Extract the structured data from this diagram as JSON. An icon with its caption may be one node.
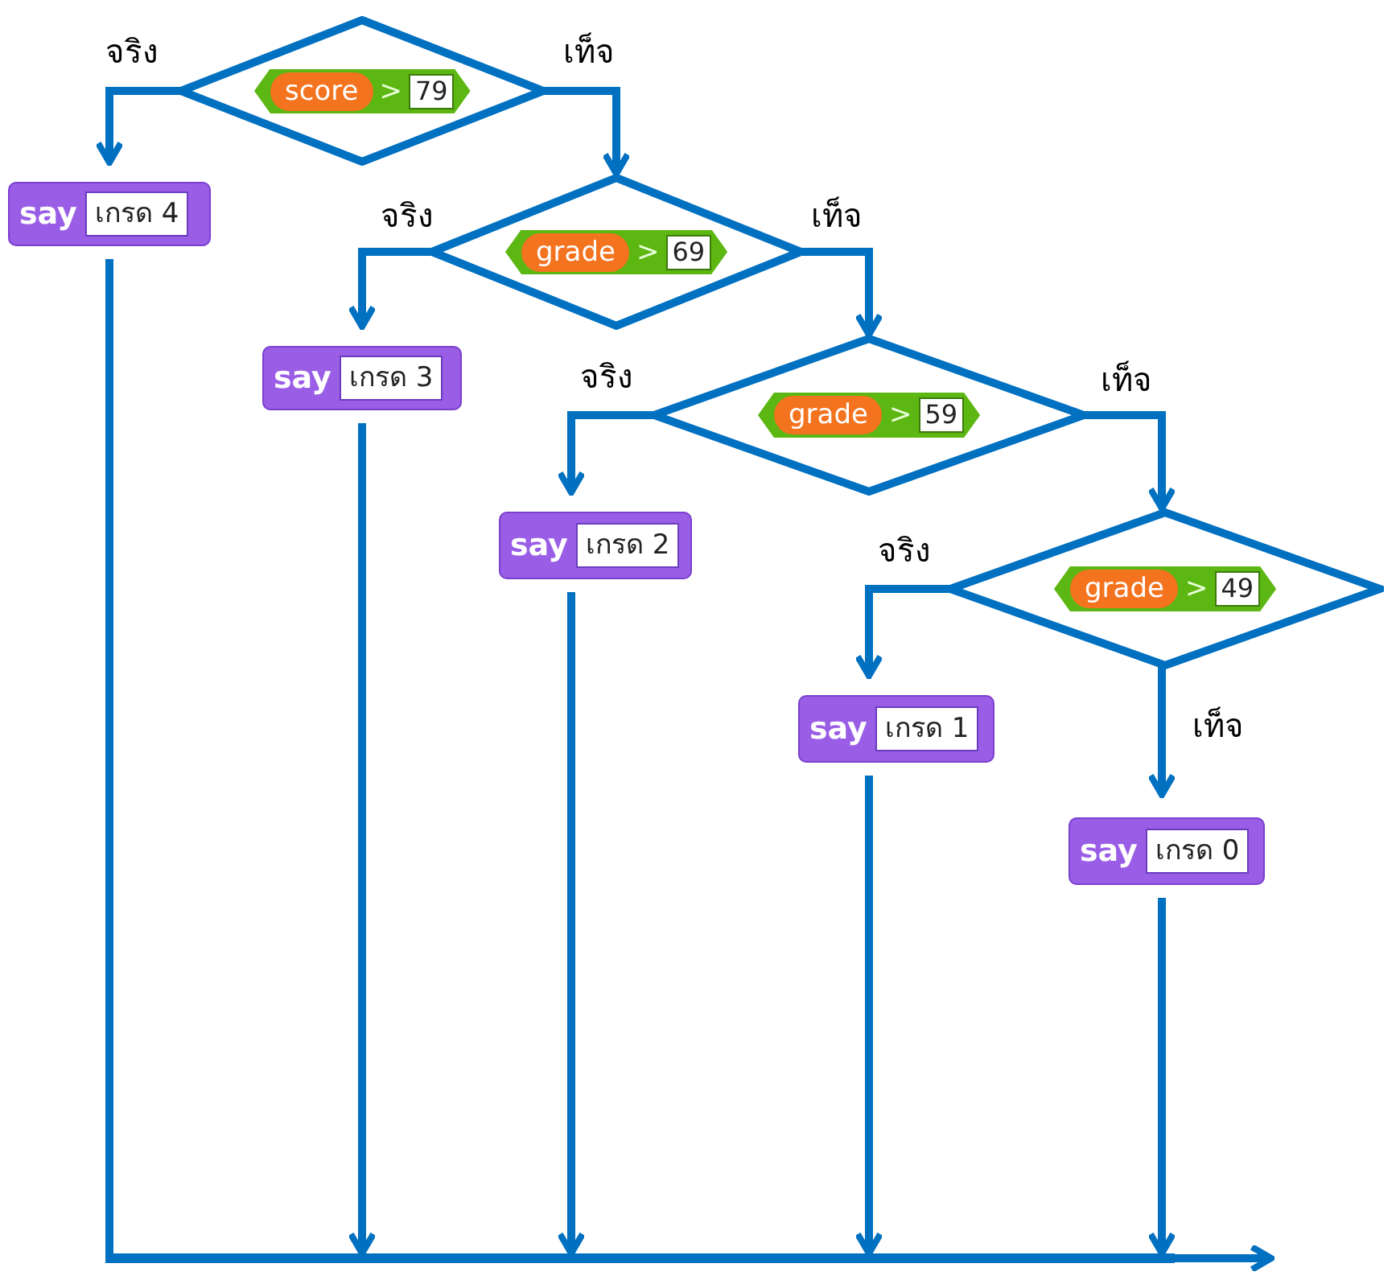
{
  "diagram": {
    "nodes": [
      {
        "text": [
          "score",
          ">",
          "79"
        ]
      },
      {
        "text": [
          "say",
          "เกรด 4"
        ]
      },
      {
        "text": [
          "grade",
          ">",
          "69"
        ]
      },
      {
        "text": [
          "say",
          "เกรด 3"
        ]
      },
      {
        "text": [
          "grade",
          ">",
          "59"
        ]
      },
      {
        "text": [
          "say",
          "เกรด 2"
        ]
      },
      {
        "text": [
          "grade",
          ">",
          "49"
        ]
      },
      {
        "text": [
          "say",
          "เกรด 1"
        ]
      },
      {
        "text": [
          "say",
          "เกรด 0"
        ]
      },
      {
        "text": [],
        "shape": "bar"
      }
    ],
    "edges": [
      {
        "from": 0,
        "to": 1,
        "arrow": "to",
        "label": "จริง"
      },
      {
        "from": 0,
        "to": 2,
        "arrow": "to",
        "label": "เท็จ"
      },
      {
        "from": 2,
        "to": 3,
        "arrow": "to",
        "label": "จริง"
      },
      {
        "from": 2,
        "to": 4,
        "arrow": "to",
        "label": "เท็จ"
      },
      {
        "from": 4,
        "to": 5,
        "arrow": "to",
        "label": "จริง"
      },
      {
        "from": 4,
        "to": 6,
        "arrow": "to",
        "label": "เท็จ"
      },
      {
        "from": 6,
        "to": 7,
        "arrow": "to",
        "label": "จริง"
      },
      {
        "from": 6,
        "to": 8,
        "arrow": "to",
        "label": "เท็จ"
      },
      {
        "from": 1,
        "to": 9,
        "arrow": "none"
      },
      {
        "from": 3,
        "to": 9,
        "arrow": "to"
      },
      {
        "from": 5,
        "to": 9,
        "arrow": "to"
      },
      {
        "from": 7,
        "to": 9,
        "arrow": "to"
      },
      {
        "from": 8,
        "to": 9,
        "arrow": "to"
      },
      {
        "from": 9,
        "to": null,
        "arrow": "to"
      }
    ]
  }
}
